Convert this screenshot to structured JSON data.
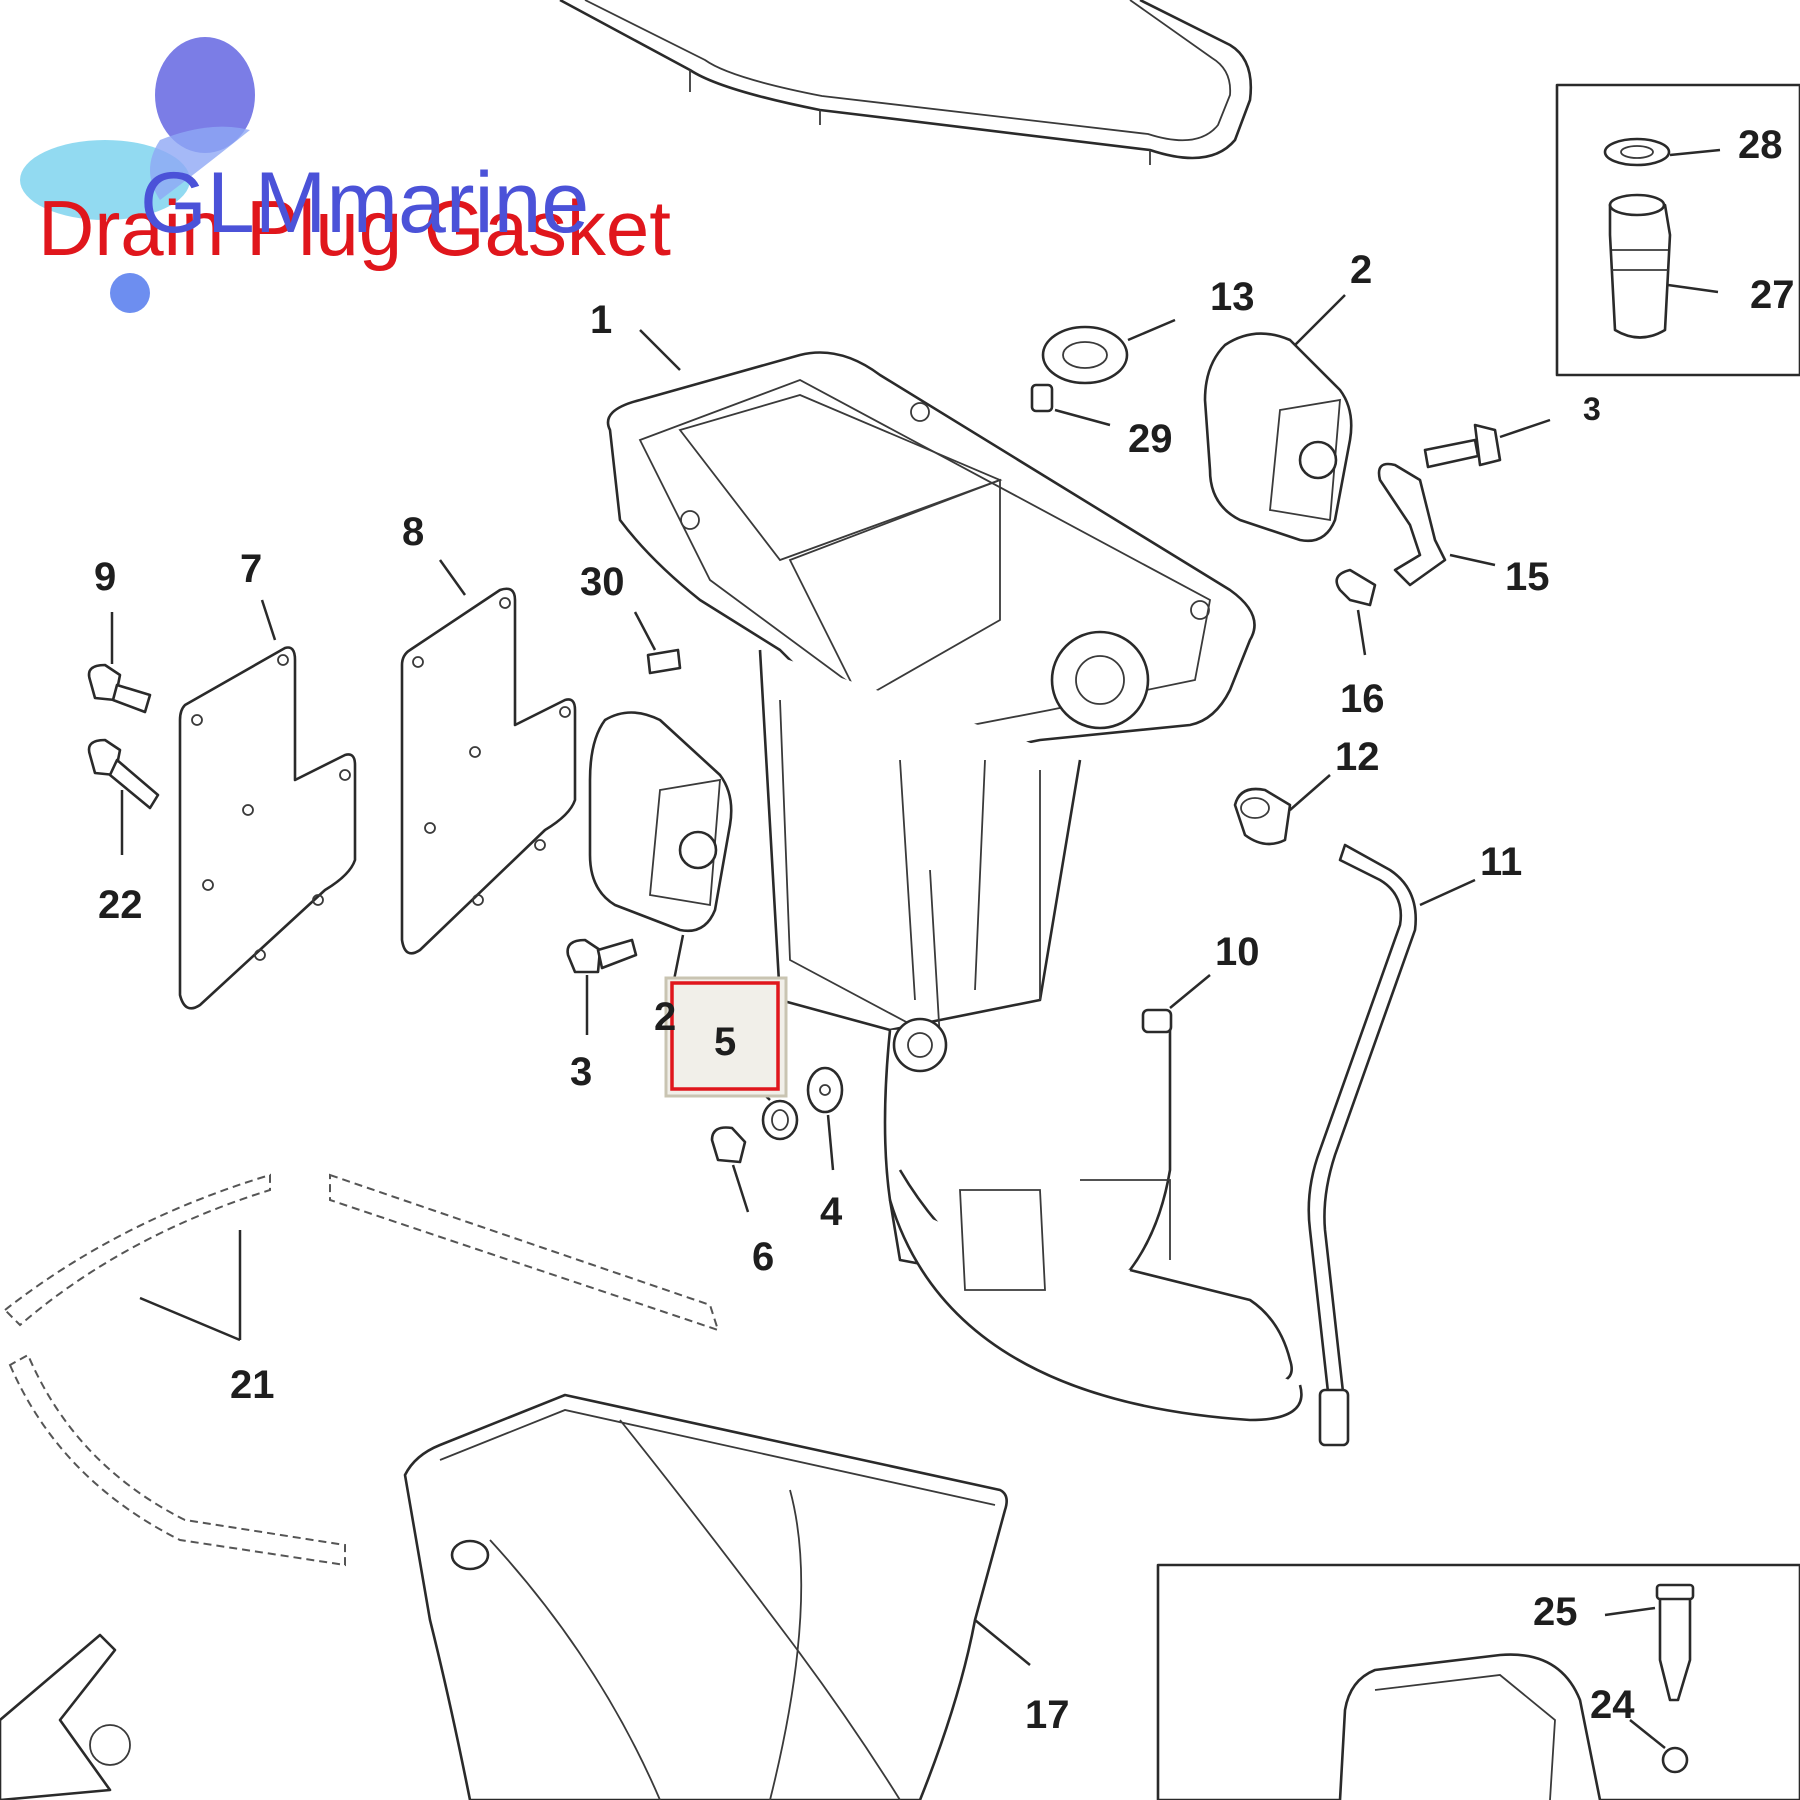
{
  "brand": {
    "name": "GLMmarine"
  },
  "title": "Drain Plug Gasket",
  "highlight": {
    "part_number": "5",
    "box_color": "#e0161c"
  },
  "colors": {
    "title": "#e0161c",
    "logo_text": "#4b52d8",
    "line": "#2a2a2a"
  },
  "callouts": [
    {
      "id": "1",
      "label": "1"
    },
    {
      "id": "2a",
      "label": "2"
    },
    {
      "id": "2b",
      "label": "2"
    },
    {
      "id": "3a",
      "label": "3"
    },
    {
      "id": "3b",
      "label": "3"
    },
    {
      "id": "4",
      "label": "4"
    },
    {
      "id": "6",
      "label": "6"
    },
    {
      "id": "7",
      "label": "7"
    },
    {
      "id": "8",
      "label": "8"
    },
    {
      "id": "9",
      "label": "9"
    },
    {
      "id": "10",
      "label": "10"
    },
    {
      "id": "11",
      "label": "11"
    },
    {
      "id": "12",
      "label": "12"
    },
    {
      "id": "13",
      "label": "13"
    },
    {
      "id": "15",
      "label": "15"
    },
    {
      "id": "16",
      "label": "16"
    },
    {
      "id": "17",
      "label": "17"
    },
    {
      "id": "21",
      "label": "21"
    },
    {
      "id": "22",
      "label": "22"
    },
    {
      "id": "24",
      "label": "24"
    },
    {
      "id": "25",
      "label": "25"
    },
    {
      "id": "27",
      "label": "27"
    },
    {
      "id": "28",
      "label": "28"
    },
    {
      "id": "29",
      "label": "29"
    },
    {
      "id": "30",
      "label": "30"
    }
  ]
}
